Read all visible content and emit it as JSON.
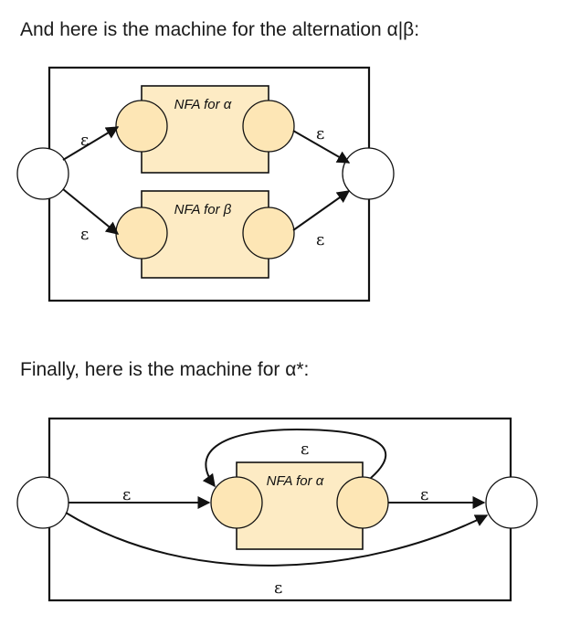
{
  "captions": {
    "alternation": "And here is the machine for the alternation α|β:",
    "star": "Finally, here is the machine for α*:"
  },
  "alternation_diagram": {
    "nfa_top_label": "NFA for α",
    "nfa_bottom_label": "NFA for β",
    "epsilon": "ε"
  },
  "star_diagram": {
    "nfa_label": "NFA for α",
    "epsilon": "ε"
  },
  "colors": {
    "nfa_fill": "#fdebc4",
    "nfa_state_fill": "#fde6b5",
    "stroke": "#111111"
  }
}
